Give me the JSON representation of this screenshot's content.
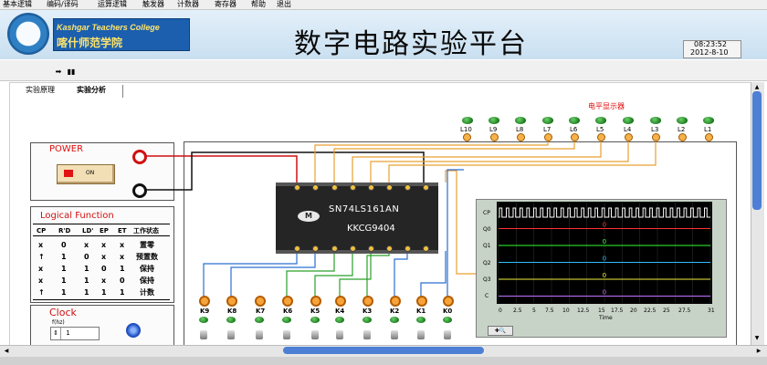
{
  "menubar": {
    "items": [
      "基本逻辑",
      "编码/译码",
      "运算逻辑",
      "触发器",
      "计数器",
      "寄存器",
      "帮助",
      "退出"
    ]
  },
  "banner": {
    "college_en": "Kashgar Teachers College",
    "college_cn": "喀什师范学院",
    "title": "数字电路实验平台",
    "time": "08:23:52",
    "date": "2012-8-10"
  },
  "toolbar": {
    "run_icon": "run-arrow-icon",
    "pause_icon": "pause-icon"
  },
  "tabs": [
    "实验原理",
    "实验分析"
  ],
  "power": {
    "label": "POWER",
    "button": "ON"
  },
  "logic": {
    "title": "Logical Function",
    "headers": [
      "CP",
      "R'D",
      "LD'",
      "EP",
      "ET",
      "工作状态"
    ],
    "rows": [
      [
        "x",
        "0",
        "x",
        "x",
        "x",
        "置零"
      ],
      [
        "↑",
        "1",
        "0",
        "x",
        "x",
        "预置数"
      ],
      [
        "x",
        "1",
        "1",
        "0",
        "1",
        "保持"
      ],
      [
        "x",
        "1",
        "1",
        "x",
        "0",
        "保持"
      ],
      [
        "↑",
        "1",
        "1",
        "1",
        "1",
        "计数"
      ]
    ]
  },
  "clock": {
    "label": "Clock",
    "freq_label": "f(hz)",
    "freq_value": "1"
  },
  "display": {
    "title": "电平显示器",
    "leds": [
      "L10",
      "L9",
      "L8",
      "L7",
      "L6",
      "L5",
      "L4",
      "L3",
      "L2",
      "L1"
    ]
  },
  "chip": {
    "name": "SN74LS161AN",
    "code": "KKCG9404",
    "logo": "M"
  },
  "switches": [
    "K9",
    "K8",
    "K7",
    "K6",
    "K5",
    "K4",
    "K3",
    "K2",
    "K1",
    "K0"
  ],
  "scope": {
    "y_labels": [
      "CP",
      "Q0",
      "Q1",
      "Q2",
      "Q3",
      "C"
    ],
    "x_ticks": [
      "0",
      "2.5",
      "5",
      "7.5",
      "10",
      "12.5",
      "15",
      "17.5",
      "20",
      "22.5",
      "25",
      "27.5",
      "31"
    ],
    "x_label": "Time",
    "channel_colors": {
      "CP": "#ffffff",
      "Q0": "#ff3030",
      "Q1": "#30ff30",
      "Q2": "#30c0ff",
      "Q3": "#f0f040",
      "C": "#c070ff"
    },
    "markers": [
      "0",
      "0",
      "0",
      "0",
      "0"
    ],
    "tools_icon": "graph-tools-icon"
  }
}
